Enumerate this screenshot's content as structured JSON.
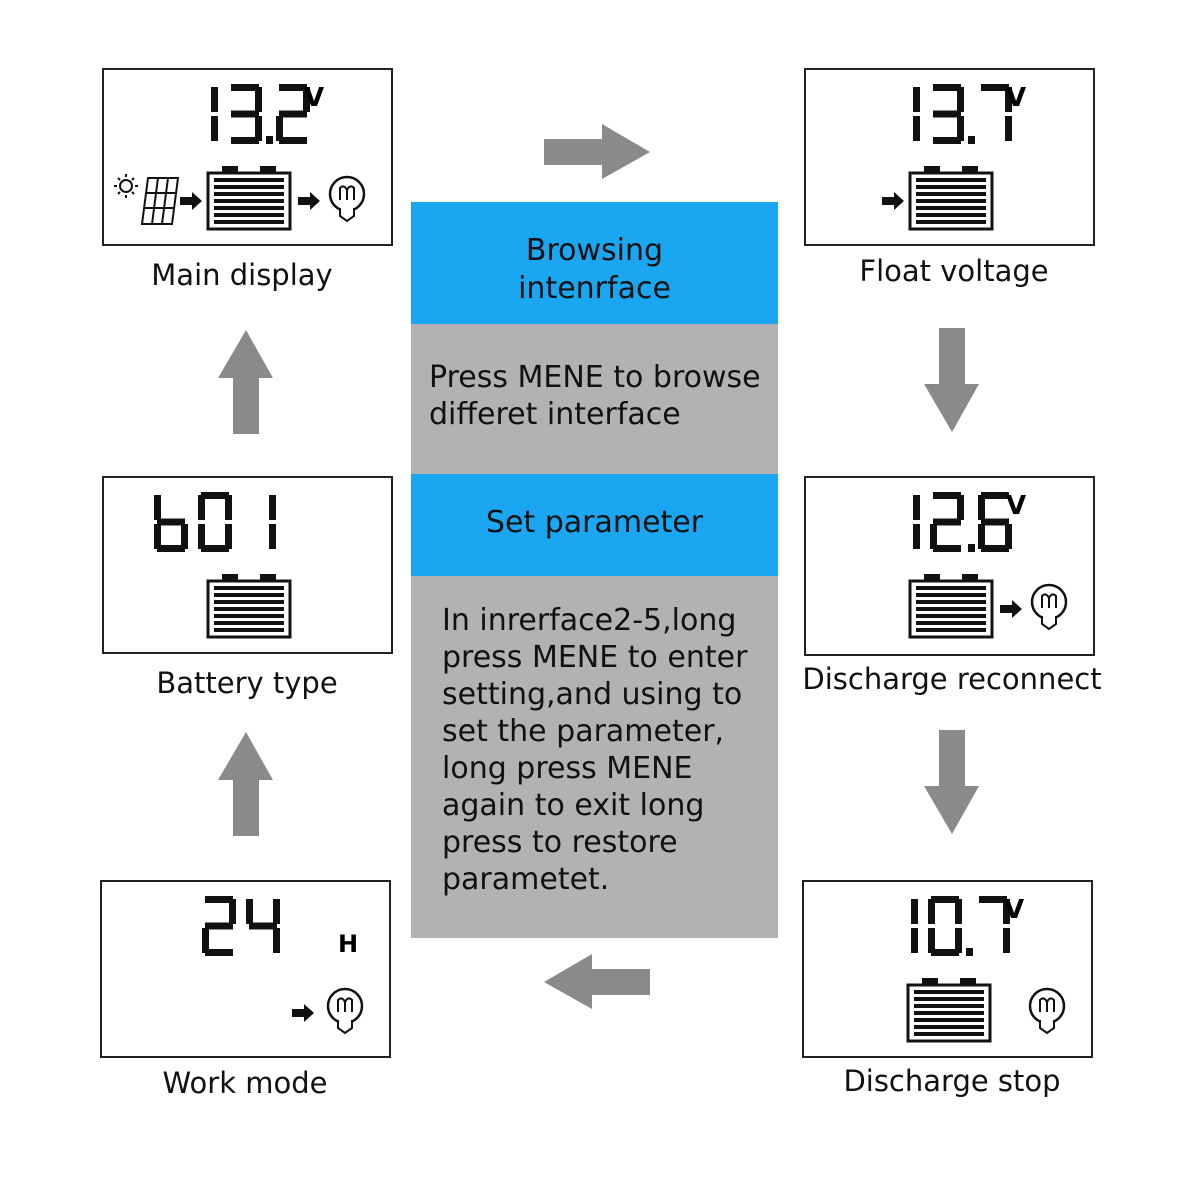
{
  "colors": {
    "accent_blue": "#1aa6f0",
    "panel_gray": "#b2b2b2",
    "arrow_gray": "#8a8a8a"
  },
  "center": {
    "browsing_title_1": "Browsing",
    "browsing_title_2": "intenrface",
    "browsing_text_1": "Press MENE to browse",
    "browsing_text_2": "differet interface",
    "set_title": "Set parameter",
    "set_text": [
      "In inrerface2-5,long",
      "press MENE to enter",
      "setting,and using to",
      "set the parameter,",
      "long press MENE",
      "again to exit long",
      "press to restore",
      "parametet."
    ]
  },
  "screens": {
    "main": {
      "value": "13.2",
      "unit": "V",
      "caption": "Main display",
      "icons": [
        "sun-icon",
        "solar-panel-icon",
        "battery-icon",
        "bulb-icon"
      ]
    },
    "float": {
      "value": "13.7",
      "unit": "V",
      "caption": "Float voltage",
      "icons": [
        "battery-icon"
      ]
    },
    "reconnect": {
      "value": "12.6",
      "unit": "V",
      "caption": "Discharge reconnect",
      "icons": [
        "battery-icon",
        "bulb-icon"
      ]
    },
    "stop": {
      "value": "10.7",
      "unit": "V",
      "caption": "Discharge stop",
      "icons": [
        "battery-icon",
        "bulb-icon"
      ]
    },
    "battery": {
      "value": "b01",
      "unit": "",
      "caption": "Battery type",
      "icons": [
        "battery-icon"
      ]
    },
    "work": {
      "value": "24",
      "unit": "H",
      "caption": "Work mode",
      "icons": [
        "bulb-icon"
      ]
    }
  }
}
